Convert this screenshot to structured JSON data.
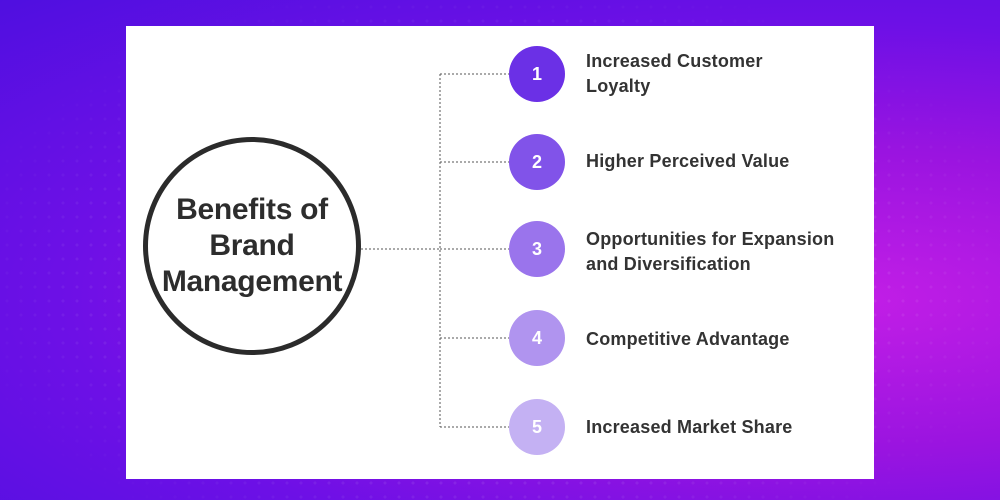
{
  "diagram": {
    "center_title": "Benefits of\nBrand\nManagement",
    "items": [
      {
        "number": "1",
        "label": "Increased Customer\nLoyalty",
        "color": "#6b30e6"
      },
      {
        "number": "2",
        "label": "Higher Perceived Value",
        "color": "#8153e9"
      },
      {
        "number": "3",
        "label": "Opportunities for Expansion\nand Diversification",
        "color": "#9a74ec"
      },
      {
        "number": "4",
        "label": "Competitive Advantage",
        "color": "#b094ef"
      },
      {
        "number": "5",
        "label": "Increased Market Share",
        "color": "#c4b1f3"
      }
    ]
  }
}
